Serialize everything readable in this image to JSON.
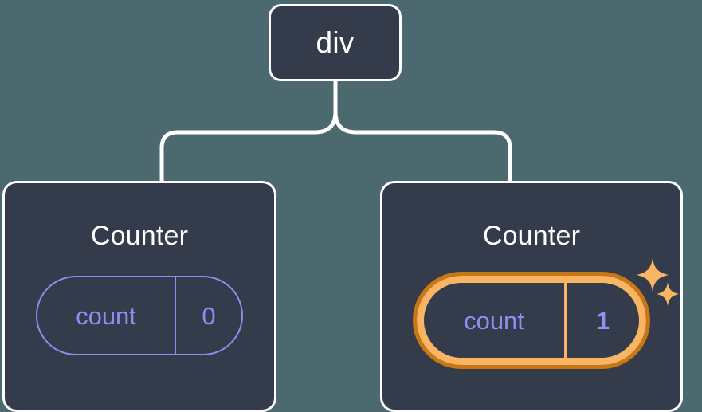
{
  "diagram": {
    "type": "component-tree",
    "background_color": "#4d6970",
    "node_fill_color": "#343b4a",
    "node_border_color": "#ffffff",
    "accent_color": "#8b8ff0",
    "highlight_color": "#f9b563",
    "highlight_ring_color": "#c97614",
    "root": {
      "label": "div"
    },
    "children": [
      {
        "title": "Counter",
        "state": {
          "key": "count",
          "value": "0"
        },
        "highlighted": false,
        "sparkles": 0
      },
      {
        "title": "Counter",
        "state": {
          "key": "count",
          "value": "1"
        },
        "highlighted": true,
        "sparkles": 2
      }
    ]
  }
}
